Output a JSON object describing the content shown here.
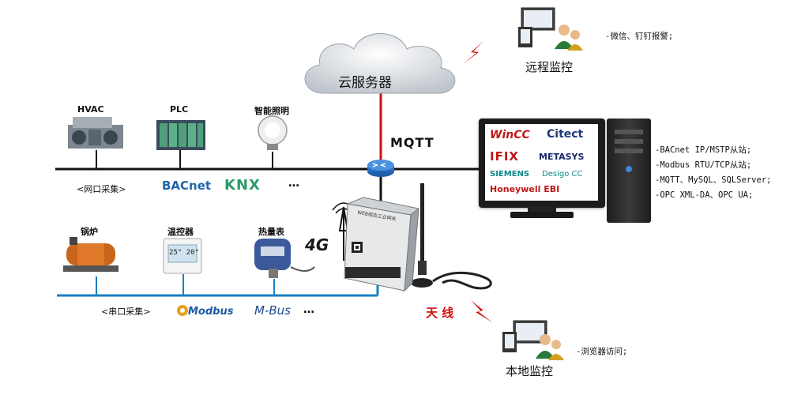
{
  "cloud": {
    "label": "云服务器"
  },
  "mqtt": {
    "label": "MQTT"
  },
  "remote": {
    "label": "远程监控",
    "note": "-微信、钉钉报警;"
  },
  "local": {
    "label": "本地监控",
    "note": "-浏览器访问;"
  },
  "antenna": {
    "label": "天 线"
  },
  "cellular": {
    "label": "4G"
  },
  "gateway": {
    "label": "WEB组态工业网关"
  },
  "ethernet": {
    "group_label": "<网口采集>",
    "devices": [
      "HVAC",
      "PLC",
      "智能照明"
    ],
    "protocols": [
      "BACnet",
      "KNX"
    ],
    "more": "…"
  },
  "serial": {
    "group_label": "<串口采集>",
    "devices": [
      "锅炉",
      "温控器",
      "热量表"
    ],
    "protocols": [
      "Modbus",
      "M-Bus"
    ],
    "more": "…"
  },
  "thermostat": {
    "reading": "25° 20°"
  },
  "scada_logos": [
    "WinCC",
    "Citect",
    "IFIX",
    "METASYS",
    "SIEMENS",
    "Desigo CC",
    "Honeywell EBI"
  ],
  "server_features": [
    "-BACnet IP/MSTP从站;",
    "-Modbus RTU/TCP从站;",
    "-MQTT、MySQL、SQLServer;",
    "-OPC XML-DA、OPC UA;"
  ],
  "colors": {
    "ethernet_line": "#111111",
    "serial_line": "#1a7fc4",
    "mqtt_line": "#d01010",
    "lightning": "#d01010",
    "router": "#2a6fbf"
  }
}
